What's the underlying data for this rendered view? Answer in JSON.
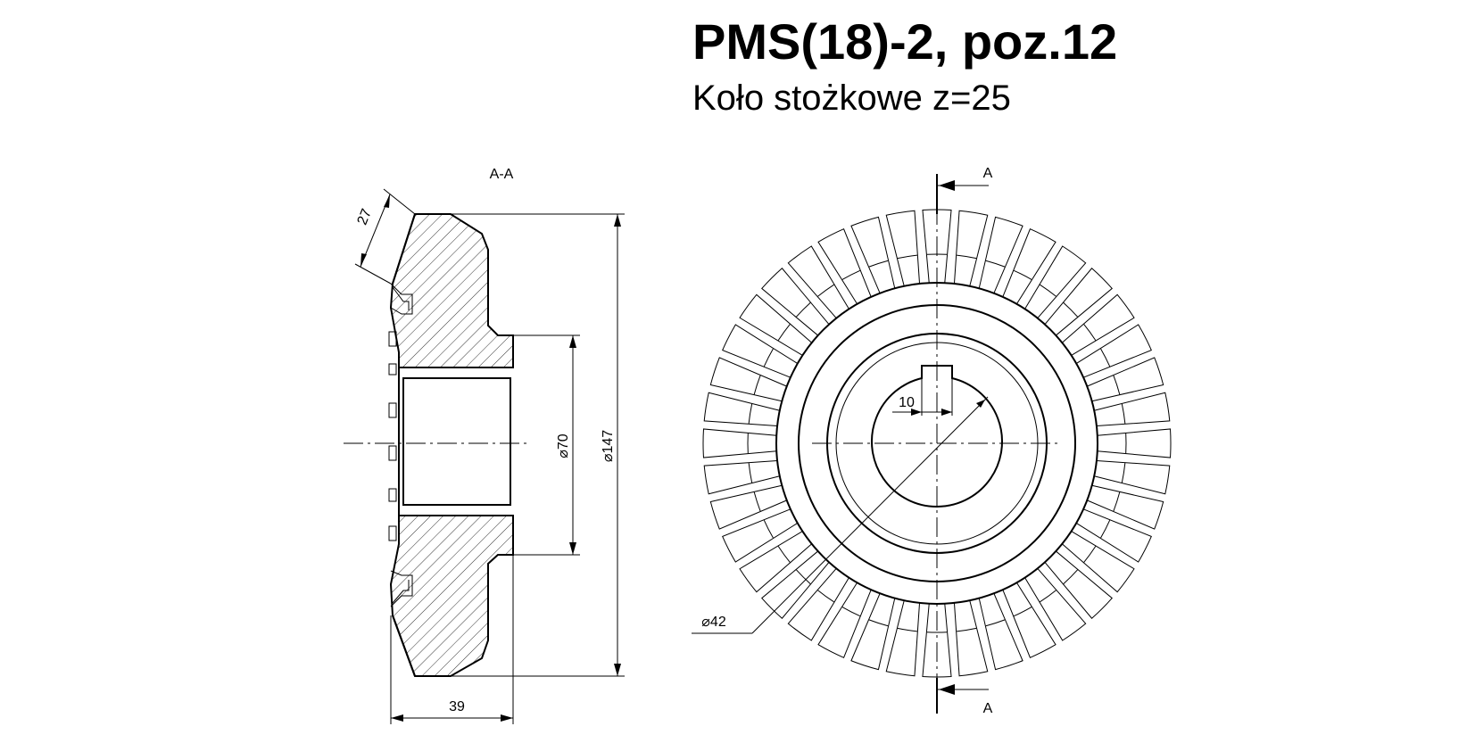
{
  "title": "PMS(18)-2, poz.12",
  "subtitle": "Koło stożkowe z=25",
  "section_label": "A-A",
  "cut_label_top": "A",
  "cut_label_bottom": "A",
  "dimensions": {
    "chamfer": "27",
    "bore": "⌀70",
    "outer": "⌀147",
    "width": "39",
    "key": "10",
    "hub": "⌀42"
  },
  "gear": {
    "teeth_visible_front": 40
  }
}
